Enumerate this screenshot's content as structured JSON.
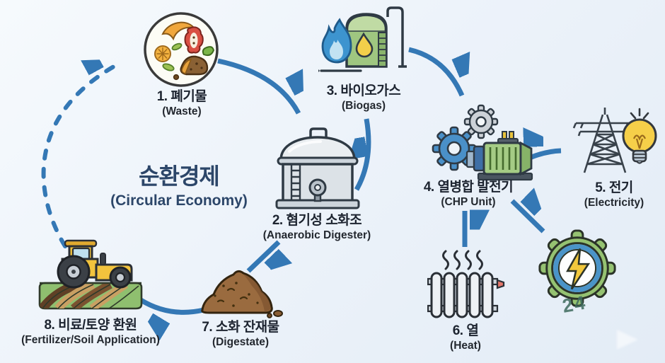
{
  "title": {
    "ko": "순환경제",
    "en": "(Circular Economy)"
  },
  "steps": [
    {
      "id": 1,
      "ko": "1. 폐기물",
      "en": "(Waste)",
      "icon": "food-waste-plate-icon"
    },
    {
      "id": 2,
      "ko": "2. 혐기성 소화조",
      "en": "(Anaerobic Digester)",
      "icon": "digester-tank-icon"
    },
    {
      "id": 3,
      "ko": "3. 바이오가스",
      "en": "(Biogas)",
      "icon": "biogas-flame-tank-icon"
    },
    {
      "id": 4,
      "ko": "4. 열병합 발전기",
      "en": "(CHP Unit)",
      "icon": "chp-generator-gears-icon"
    },
    {
      "id": 5,
      "ko": "5. 전기",
      "en": "(Electricity)",
      "icon": "power-tower-bulb-icon"
    },
    {
      "id": 6,
      "ko": "6. 열",
      "en": "(Heat)",
      "icon": "radiator-icon"
    },
    {
      "id": 7,
      "ko": "7. 소화 잔재물",
      "en": "(Digestate)",
      "icon": "compost-pile-icon"
    },
    {
      "id": 8,
      "ko": "8. 비료/토양 환원",
      "en": "(Fertilizer/Soil Application)",
      "icon": "tractor-field-icon"
    }
  ],
  "extra_icons": [
    "energy-gear-lightning-icon"
  ],
  "watermark_text": "24",
  "colors": {
    "arrow": "#3478b5",
    "title": "#2c4669",
    "label": "#1d2430",
    "background": "#edf3fa"
  },
  "flows": [
    "waste→digester",
    "digester→biogas",
    "biogas→chp",
    "chp→electricity",
    "chp→heat",
    "chp→energy-gear",
    "digester→digestate",
    "digestate→fertilizer",
    "fertilizer→waste (dashed loop)"
  ]
}
